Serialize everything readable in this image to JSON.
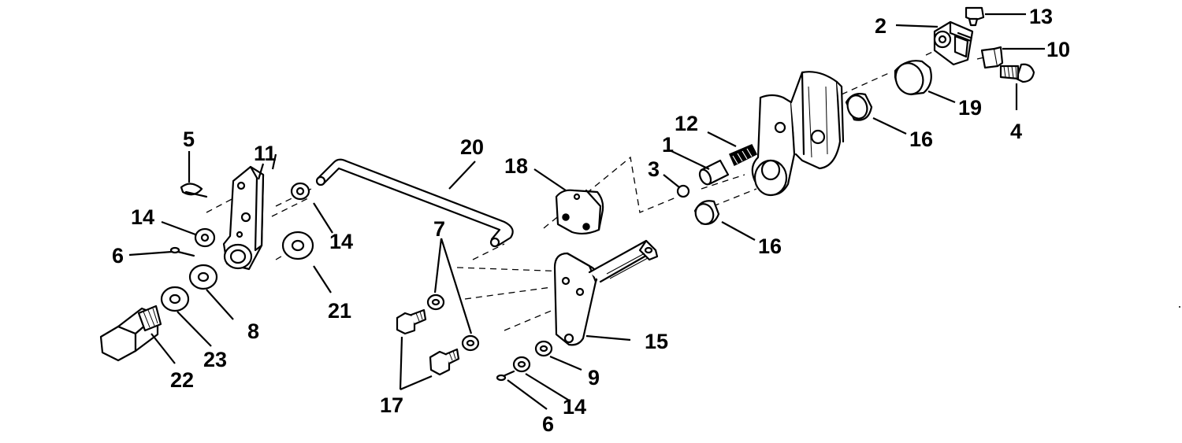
{
  "diagram": {
    "callouts": {
      "c1": "1",
      "c2": "2",
      "c3": "3",
      "c4": "4",
      "c5": "5",
      "c6a": "6",
      "c6b": "6",
      "c7": "7",
      "c8": "8",
      "c9": "9",
      "c10": "10",
      "c11": "11",
      "c12": "12",
      "c13": "13",
      "c14a": "14",
      "c14b": "14",
      "c14c": "14",
      "c15": "15",
      "c16a": "16",
      "c16b": "16",
      "c17": "17",
      "c18": "18",
      "c19": "19",
      "c20": "20",
      "c21": "21",
      "c22": "22",
      "c23": "23"
    }
  }
}
